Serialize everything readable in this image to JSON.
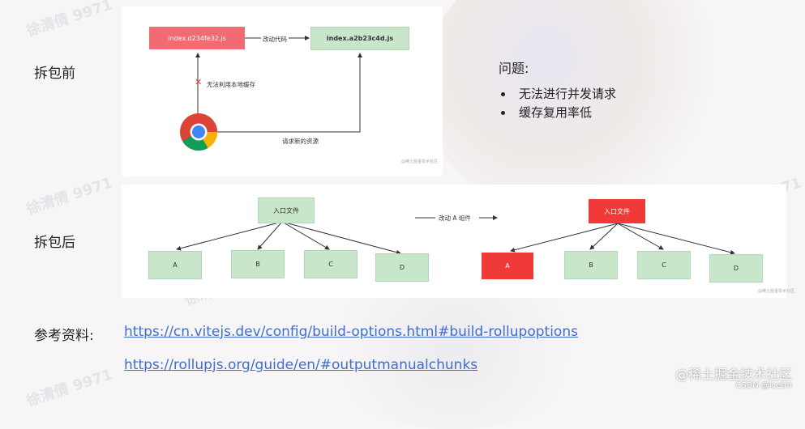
{
  "labels": {
    "before": "拆包前",
    "after": "拆包后",
    "references": "参考资料:"
  },
  "before_diagram": {
    "old_file": "index.d234fe32.js",
    "new_file": "index.a2b23c4d.js",
    "change_code": "改动代码",
    "no_cache": "无法利用本地缓存",
    "request_new": "请求新的资源",
    "watermark": "@稀土掘金技术社区",
    "browser_icon": "chrome-icon",
    "error_icon": "red-x-icon"
  },
  "issues": {
    "title": "问题:",
    "items": [
      "无法进行并发请求",
      "缓存复用率低"
    ]
  },
  "after_diagram": {
    "entry_left": "入口文件",
    "entry_right": "入口文件",
    "change_label": "改动 A 组件",
    "left_nodes": [
      "A",
      "B",
      "C",
      "D"
    ],
    "right_nodes": [
      "A",
      "B",
      "C",
      "D"
    ],
    "watermark": "@稀土掘金技术社区"
  },
  "links": [
    "https://cn.vitejs.dev/config/build-options.html#build-rollupoptions",
    "https://rollupjs.org/guide/en/#outputmanualchunks"
  ],
  "footer": {
    "brand": "@稀土掘金技术社区",
    "csdn": "CSDN @icetm"
  },
  "colors": {
    "green_box": "#c8e6c9",
    "red_box": "#f26b72",
    "changed_node": "#f03a37",
    "link": "#3b6fd1"
  }
}
